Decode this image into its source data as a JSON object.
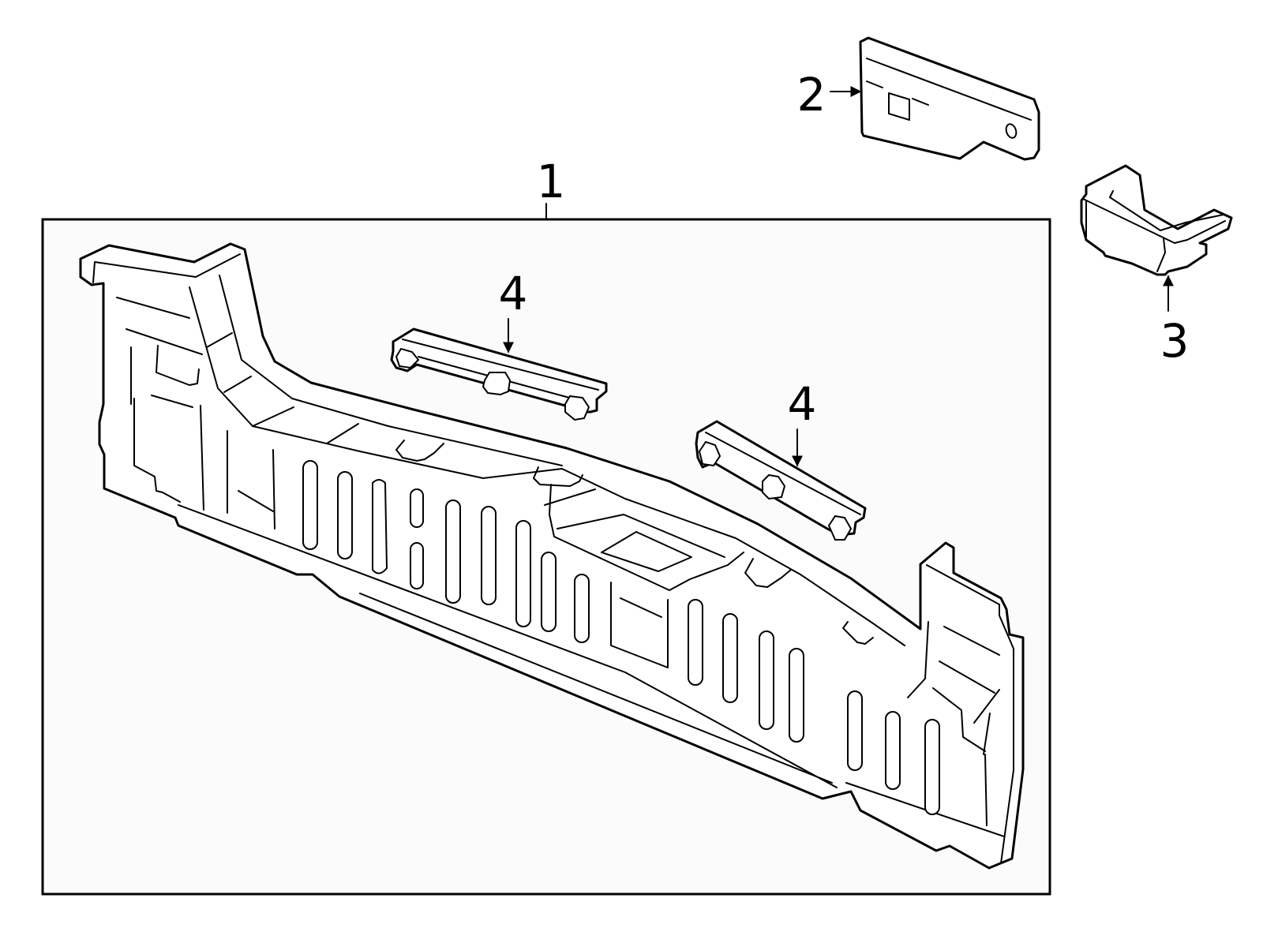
{
  "callouts": {
    "part_1": "1",
    "part_2": "2",
    "part_3": "3",
    "part_4a": "4",
    "part_4b": "4"
  }
}
